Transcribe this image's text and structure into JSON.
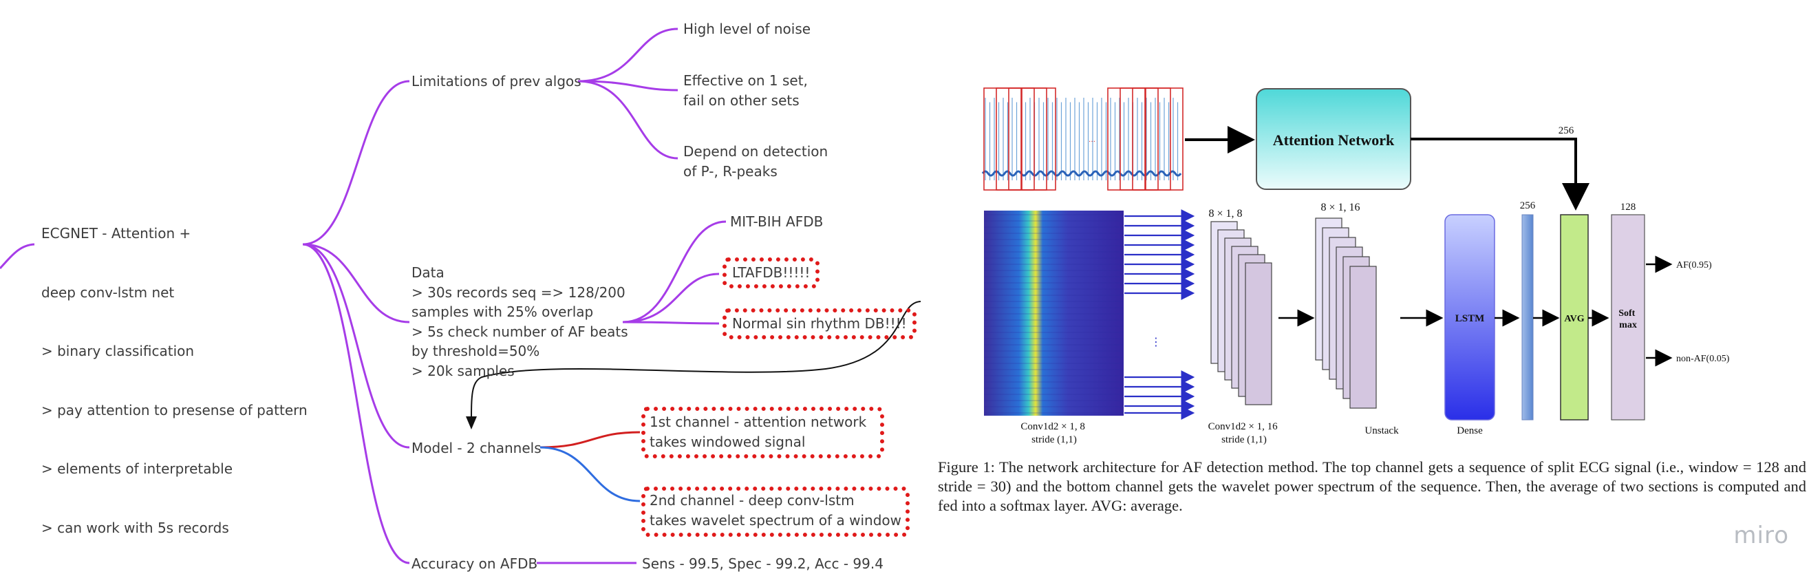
{
  "mindmap": {
    "root": {
      "lines": [
        "ECGNET - Attention +",
        "deep conv-lstm net",
        "> binary classification",
        "> pay attention to presense of pattern",
        "> elements of interpretable",
        "> can work with 5s records"
      ]
    },
    "branches": [
      {
        "label": "Limitations of prev algos",
        "children": [
          "High level of noise",
          "Effective on 1 set,\nfail on other sets",
          "Depend on detection\nof P-, R-peaks"
        ]
      },
      {
        "label": "Data\n> 30s records seq => 128/200\nsamples with 25% overlap\n> 5s check number of AF beats\nby threshold=50%\n> 20k samples",
        "children": [
          "MIT-BIH AFDB",
          "LTAFDB!!!!!",
          "Normal sin rhythm DB!!!!"
        ]
      },
      {
        "label": "Model - 2 channels",
        "children": [
          "1st channel - attention network\ntakes windowed signal",
          "2nd channel - deep conv-lstm\ntakes wavelet spectrum of a window"
        ]
      },
      {
        "label": "Accuracy on AFDB",
        "children": [
          "Sens - 99.5, Spec - 99.2, Acc - 99.4"
        ]
      }
    ],
    "colors": {
      "branch": "#a63ce8",
      "channel1": "#d21f1f",
      "channel2": "#2f6de0",
      "dotted_box": "#e01a1a"
    }
  },
  "figure": {
    "attention_label": "Attention Network",
    "label_256_top": "256",
    "conv1_dim": "8 × 1, 8",
    "conv2_dim": "8 × 1, 16",
    "lstm_label": "LSTM",
    "dense_dim": "256",
    "avg_dim": "128",
    "avg_label": "AVG",
    "softmax_label": "Soft\nmax",
    "out_af": "AF(0.95)",
    "out_nonaf": "non-AF(0.05)",
    "spec_caption": "Conv1d2 × 1, 8\nstride (1,1)",
    "conv_caption": "Conv1d2 × 1, 16\nstride (1,1)",
    "unstack_caption": "Unstack",
    "dense_caption": "Dense",
    "ellipsis": "⋮",
    "caption": "Figure 1: The network architecture for AF detection method. The top channel gets a sequence of split ECG signal (i.e., window = 128 and stride = 30) and the bottom channel gets the wavelet power spectrum of the sequence. Then, the average of two sections is computed and fed into a softmax layer. AVG: average."
  },
  "watermark": "miro"
}
